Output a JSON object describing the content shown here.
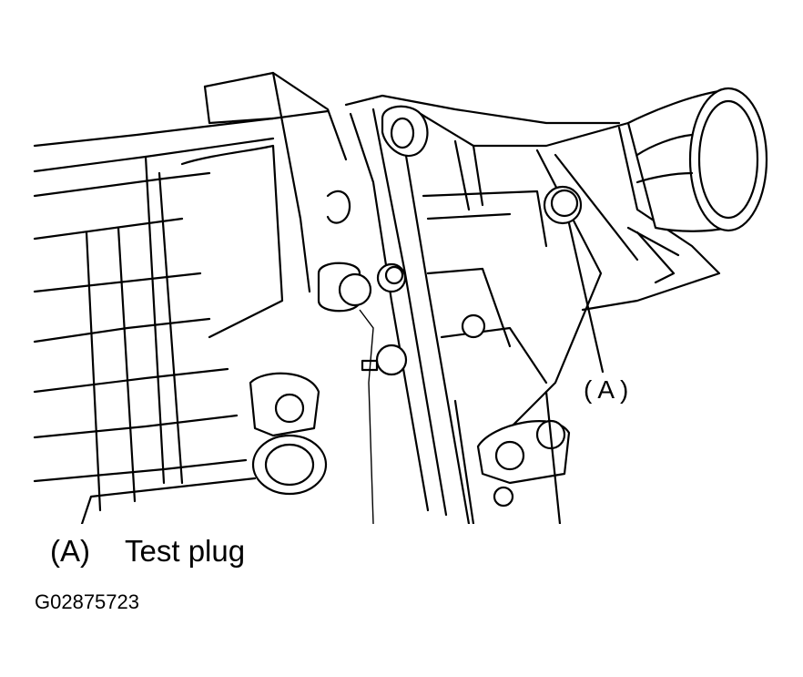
{
  "diagram": {
    "callout": {
      "label": "(A)",
      "icon": "test-plug-icon"
    },
    "legend": {
      "key": "(A)",
      "description": "Test plug"
    },
    "figure_id": "G02875723"
  }
}
